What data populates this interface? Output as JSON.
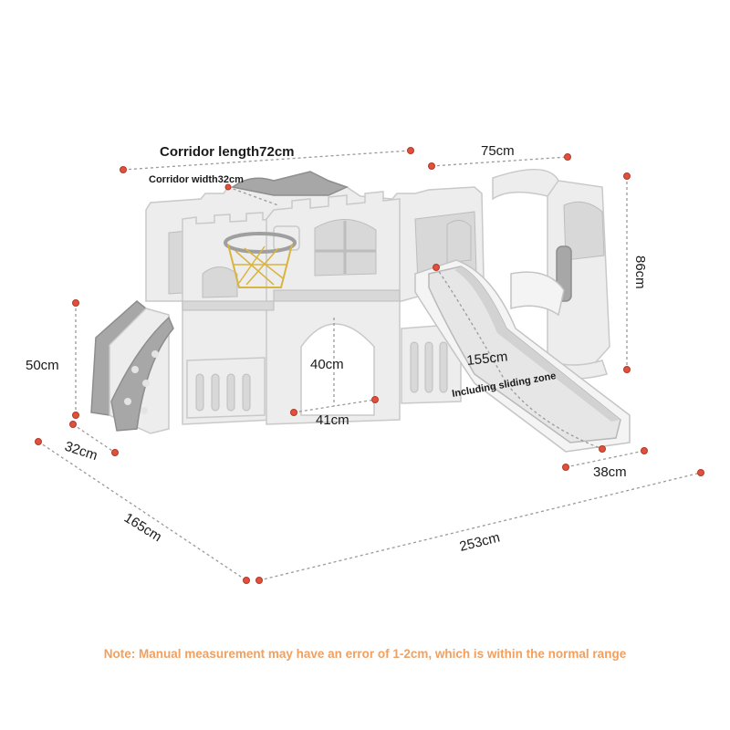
{
  "labels": {
    "corridor_length": "Corridor length72cm",
    "corridor_width": "Corridor width32cm",
    "swing_width": "75cm",
    "height_86": "86cm",
    "height_50": "50cm",
    "arch_height": "40cm",
    "arch_width": "41cm",
    "slide_length": "155cm",
    "slide_note": "Including sliding zone",
    "slide_width": "38cm",
    "stairs_depth": "32cm",
    "total_depth": "165cm",
    "total_length": "253cm"
  },
  "note": "Note: Manual measurement may have an error of 1-2cm, which is within the normal range",
  "colors": {
    "dimension_dot": "#e0503a",
    "note_text": "#f0a060",
    "body_plastic": "#ededed",
    "accent_gray": "#a7a7a7",
    "basketball_net": "#d8b440"
  }
}
